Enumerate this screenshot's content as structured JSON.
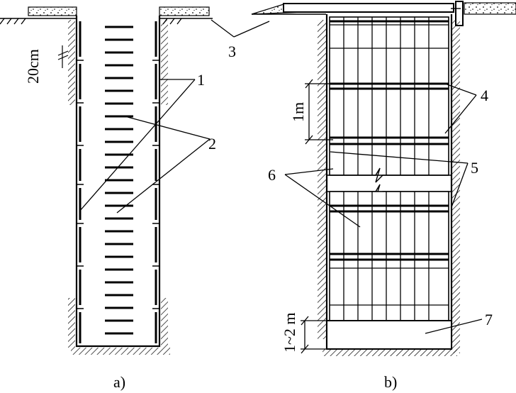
{
  "labels": {
    "dim_20cm": "20cm",
    "dim_1m": "1m",
    "dim_1_2m": "1~2 m",
    "n1": "1",
    "n2": "2",
    "n3": "3",
    "n4": "4",
    "n5": "5",
    "n6": "6",
    "n7": "7",
    "caption_a": "a)",
    "caption_b": "b)"
  },
  "colors": {
    "ink": "#000000",
    "background": "#ffffff"
  }
}
